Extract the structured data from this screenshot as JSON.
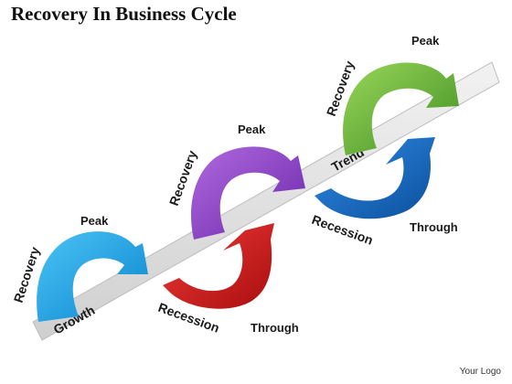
{
  "title": "Recovery In Business Cycle",
  "logo": "Your Logo",
  "band": {
    "growth_label": "Growth",
    "trend_label": "Trend"
  },
  "cycles": [
    {
      "recovery": "Recovery",
      "peak": "Peak",
      "color": "#1fa3e3"
    },
    {
      "recovery": "Recovery",
      "peak": "Peak",
      "recession": "Recession",
      "through": "Through",
      "upper_color": "#8e3cc9",
      "lower_color": "#d41c1c"
    },
    {
      "recovery": "Recovery",
      "peak": "Peak",
      "recession": "Recession",
      "through": "Through",
      "upper_color": "#6fb83a",
      "lower_color": "#1a6cc4"
    }
  ]
}
